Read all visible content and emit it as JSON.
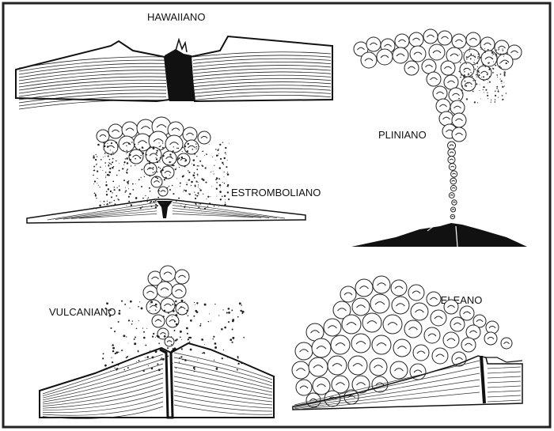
{
  "labels": {
    "hawaiian": "HAWAIIANO",
    "strombolian": "ESTROMBOLIANO",
    "plinian": "PLINIANO",
    "vulcanian": "VULCANIANO",
    "pelean": "PELEANO"
  },
  "colors": {
    "ink": "#111111",
    "frame": "#222222",
    "background": "#ffffff"
  }
}
